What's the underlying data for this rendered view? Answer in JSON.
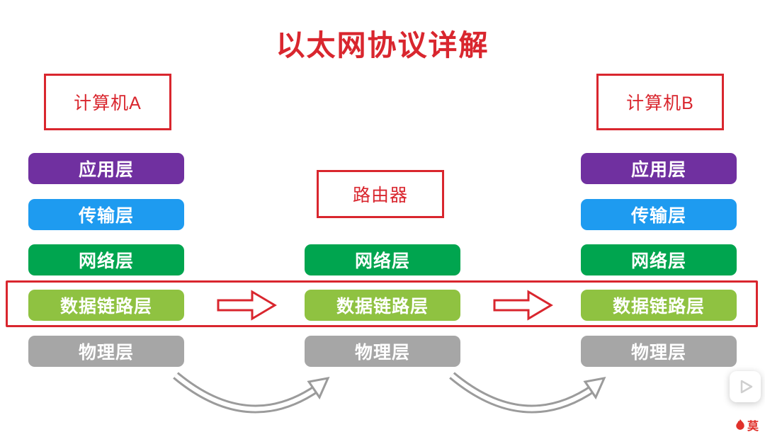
{
  "title": "以太网协议详解",
  "columns": [
    {
      "label": "计算机A",
      "layers": [
        "应用层",
        "传输层",
        "网络层",
        "数据链路层",
        "物理层"
      ]
    },
    {
      "label": "路由器",
      "layers": [
        "网络层",
        "数据链路层",
        "物理层"
      ]
    },
    {
      "label": "计算机B",
      "layers": [
        "应用层",
        "传输层",
        "网络层",
        "数据链路层",
        "物理层"
      ]
    }
  ],
  "colors": {
    "accent_red": "#d9262e",
    "application_purple": "#7030a0",
    "transport_blue": "#1e9bf0",
    "network_green": "#00a54f",
    "datalink_green": "#8fc241",
    "physical_gray": "#a6a6a6",
    "arrow_gray": "#9b9b9b"
  },
  "watermark": {
    "logo_text": "莫"
  }
}
